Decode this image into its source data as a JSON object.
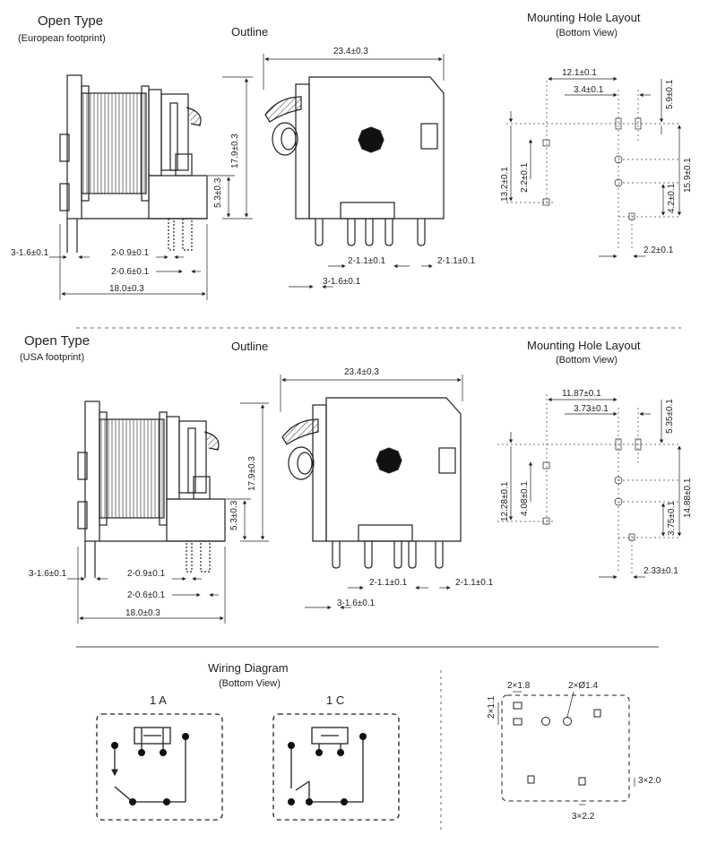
{
  "sections": {
    "european": {
      "title": "Open Type",
      "subtitle": "(European footprint)",
      "outline_title": "Outline",
      "mount_title": "Mounting Hole Layout",
      "mount_sub": "(Bottom View)",
      "dims": {
        "width_total": "23.4±0.3",
        "height": "17.9±0.3",
        "pin_h": "5.3±0.3",
        "side_a": "3-1.6±0.1",
        "pin_09": "2-0.9±0.1",
        "pin_06": "2-0.6±0.1",
        "base": "18.0±0.3",
        "front_11a": "2-1.1±0.1",
        "front_11b": "2-1.1±0.1",
        "front_16": "3-1.6±0.1",
        "m_121": "12.1±0.1",
        "m_34": "3.4±0.1",
        "m_59": "5.9±0.1",
        "m_132": "13.2±0.1",
        "m_22": "2.2±0.1",
        "m_159": "15.9±0.1",
        "m_42": "4.2±0.1",
        "m_22b": "2.2±0.1"
      }
    },
    "usa": {
      "title": "Open Type",
      "subtitle": "(USA footprint)",
      "outline_title": "Outline",
      "mount_title": "Mounting Hole Layout",
      "mount_sub": "(Bottom View)",
      "dims": {
        "width_total": "23.4±0.3",
        "height": "17.9±0.3",
        "pin_h": "5.3±0.3",
        "side_a": "3-1.6±0.1",
        "pin_09": "2-0.9±0.1",
        "pin_06": "2-0.6±0.1",
        "base": "18.0±0.3",
        "front_11a": "2-1.1±0.1",
        "front_11b": "2-1.1±0.1",
        "front_16": "3-1.6±0.1",
        "m_1187": "11.87±0.1",
        "m_373": "3.73±0.1",
        "m_535": "5.35±0.1",
        "m_1228": "12.28±0.1",
        "m_408": "4.08±0.1",
        "m_1488": "14.88±0.1",
        "m_375": "3.75±0.1",
        "m_233": "2.33±0.1"
      }
    },
    "wiring": {
      "title": "Wiring Diagram",
      "sub": "(Bottom View)",
      "label_1a": "1 A",
      "label_1c": "1 C",
      "pcb_2x18": "2×1.8",
      "pcb_2xd14": "2×Ø1.4",
      "pcb_2x11": "2×1.1",
      "pcb_3x20": "3×2.0",
      "pcb_3x22": "3×2.2"
    }
  },
  "colors": {
    "line": "#222222",
    "dash": "#555555"
  }
}
